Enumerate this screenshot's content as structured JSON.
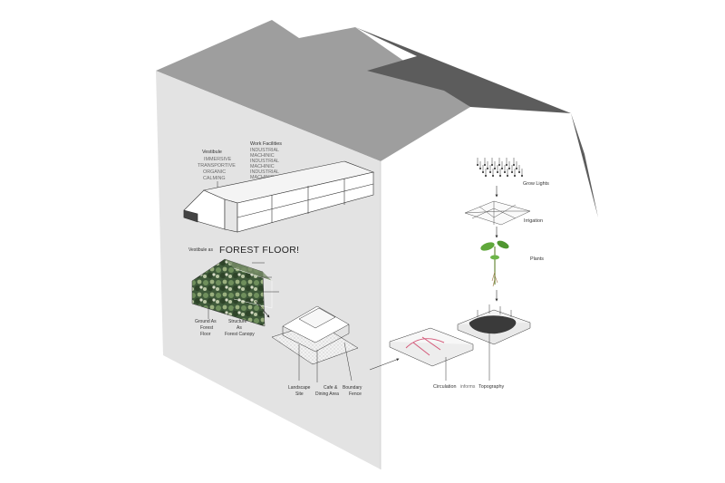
{
  "colors": {
    "background": "#ffffff",
    "roof_top": "#9e9e9e",
    "roof_right": "#5c5c5c",
    "left_wall": "#e3e3e3",
    "front_wall": "#ffffff",
    "leaf_green": "#5fa83a",
    "circulation_pink": "#d45a7a"
  },
  "vestibule": {
    "title": "Vestibule",
    "words": [
      "IMMERSIVE",
      "TRANSPORTIVE",
      "ORGANIC",
      "CALMING"
    ]
  },
  "work": {
    "title": "Work Facilities",
    "words": [
      "INDUSTRIAL",
      "MACHINIC",
      "INDUSTRIAL",
      "MACHINIC",
      "INDUSTRIAL",
      "MACHINIC"
    ]
  },
  "forest": {
    "prefix": "Vestibule as",
    "title": "FOREST FLOOR!"
  },
  "labels": {
    "ground": [
      "Ground As",
      "Forest",
      "Floor"
    ],
    "structure": [
      "Structure",
      "As",
      "Forest Canopy"
    ],
    "landscape": [
      "Landscape",
      "Site"
    ],
    "cafe": [
      "Cafe &",
      "Dining Area"
    ],
    "boundary": [
      "Boundary",
      "Fence"
    ]
  },
  "right_flow": {
    "grow_lights": "Grow Lights",
    "irrigation": "Irrigation",
    "plants": "Plants",
    "circulation": "Circulation",
    "informs": "informs",
    "topography": "Topography"
  }
}
